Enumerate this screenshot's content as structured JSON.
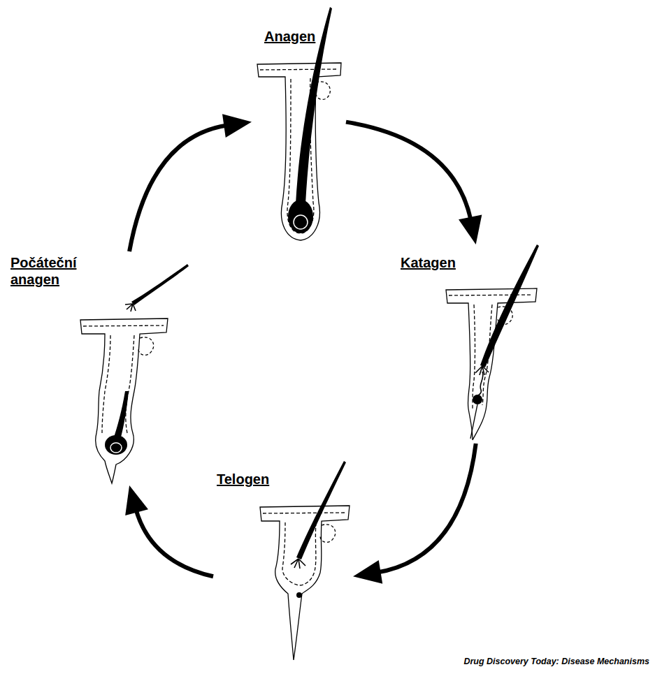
{
  "diagram": {
    "nodes": [
      {
        "text": [
          "Anagen"
        ]
      },
      {
        "text": [
          "Katagen"
        ]
      },
      {
        "text": [
          "Telogen"
        ]
      },
      {
        "text": [
          "Počáteční anagen"
        ]
      }
    ],
    "edges": [
      {
        "from": 0,
        "to": 1,
        "arrow": "to"
      },
      {
        "from": 1,
        "to": 2,
        "arrow": "to"
      },
      {
        "from": 2,
        "to": 3,
        "arrow": "to"
      },
      {
        "from": 3,
        "to": 0,
        "arrow": "to"
      }
    ],
    "labels": [
      "Drug Discovery Today: Disease Mechanisms"
    ]
  }
}
